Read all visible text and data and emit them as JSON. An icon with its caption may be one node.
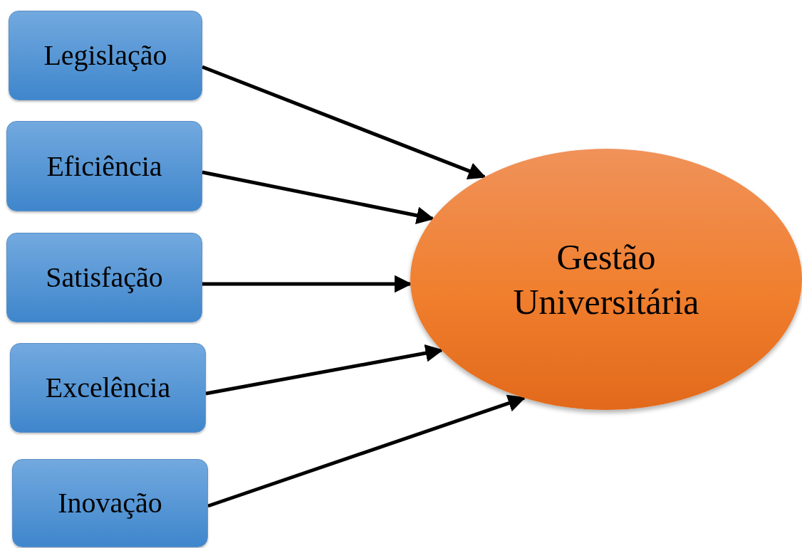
{
  "diagram": {
    "nodes": [
      {
        "text": [
          "Legislação"
        ]
      },
      {
        "text": [
          "Eficiência"
        ]
      },
      {
        "text": [
          "Satisfação"
        ]
      },
      {
        "text": [
          "Excelência"
        ]
      },
      {
        "text": [
          "Inovação"
        ]
      },
      {
        "text": [
          "Gestão Universitária"
        ]
      }
    ],
    "edges": [
      {
        "from": 0,
        "to": 5,
        "arrow": "to"
      },
      {
        "from": 1,
        "to": 5,
        "arrow": "to"
      },
      {
        "from": 2,
        "to": 5,
        "arrow": "to"
      },
      {
        "from": 3,
        "to": 5,
        "arrow": "to"
      },
      {
        "from": 4,
        "to": 5,
        "arrow": "to"
      }
    ]
  }
}
